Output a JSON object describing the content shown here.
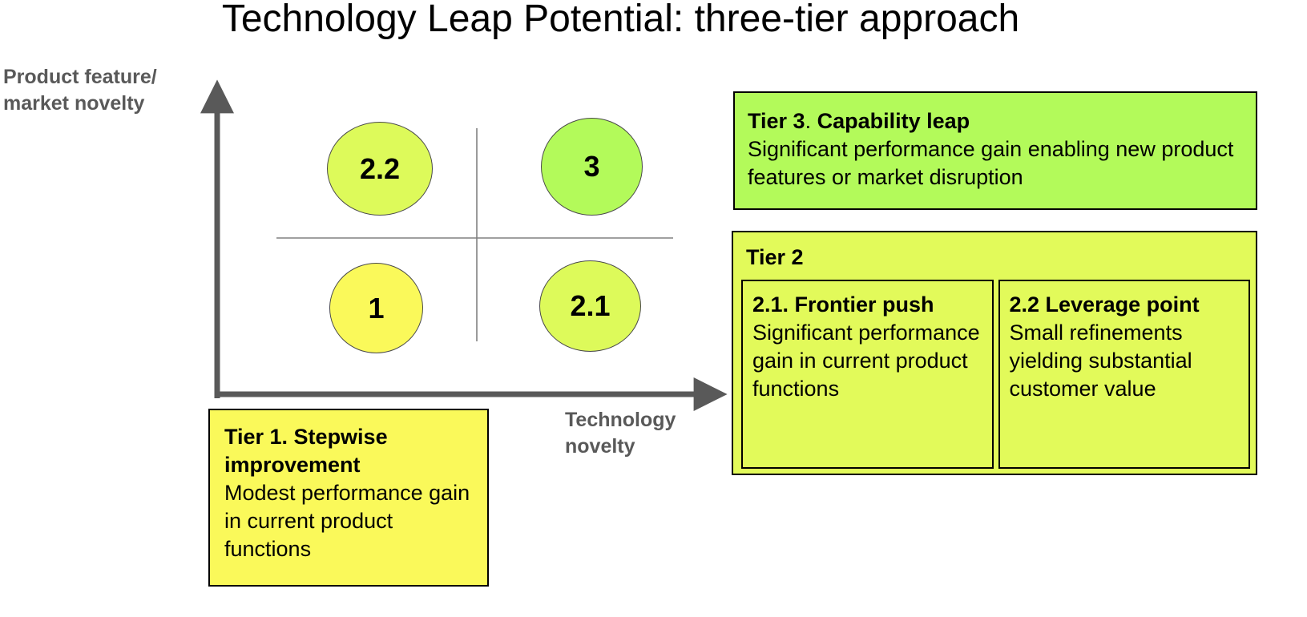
{
  "title": "Technology Leap Potential: three-tier approach",
  "axes": {
    "y_label": "Product feature/\nmarket novelty",
    "y_label_line1": "Product feature/",
    "y_label_line2": "market novelty",
    "x_label_line1": "Technology",
    "x_label_line2": "novelty",
    "axis_color": "#595959"
  },
  "bubbles": [
    {
      "id": "2.2",
      "label": "2.2",
      "quadrant": "top-left",
      "color": "#ddfa5a"
    },
    {
      "id": "3",
      "label": "3",
      "quadrant": "top-right",
      "color": "#b3fa5a"
    },
    {
      "id": "1",
      "label": "1",
      "quadrant": "bottom-left",
      "color": "#faf95a"
    },
    {
      "id": "2.1",
      "label": "2.1",
      "quadrant": "bottom-right",
      "color": "#ddfa5a"
    }
  ],
  "tier3": {
    "heading_a": "Tier 3",
    "heading_sep": ".",
    "heading_b": "Capability leap",
    "body": "Significant performance gain enabling new product features or market disruption",
    "color": "#b3fa5a"
  },
  "tier2": {
    "title": "Tier 2",
    "color": "#e2fa5a",
    "sub": [
      {
        "heading": "2.1. Frontier push",
        "body": "Significant performance gain in current product functions"
      },
      {
        "heading": "2.2 Leverage point",
        "body": "Small refinements yielding substantial customer value"
      }
    ]
  },
  "tier1": {
    "heading": "Tier 1. Stepwise improvement",
    "body": "Modest performance gain in current product functions",
    "color": "#faf95a"
  },
  "chart_data": {
    "type": "scatter",
    "title": "Technology Leap Potential: three-tier approach",
    "xlabel": "Technology novelty",
    "ylabel": "Product feature/ market novelty",
    "grid": false,
    "legend": "none",
    "xlim": [
      0,
      1
    ],
    "ylim": [
      0,
      1
    ],
    "points": [
      {
        "label": "1",
        "x": 0.25,
        "y": 0.25,
        "tier": "Tier 1",
        "name": "Stepwise improvement",
        "color": "#faf95a"
      },
      {
        "label": "2.1",
        "x": 0.75,
        "y": 0.25,
        "tier": "Tier 2",
        "name": "Frontier push",
        "color": "#ddfa5a"
      },
      {
        "label": "2.2",
        "x": 0.25,
        "y": 0.75,
        "tier": "Tier 2",
        "name": "Leverage point",
        "color": "#ddfa5a"
      },
      {
        "label": "3",
        "x": 0.75,
        "y": 0.75,
        "tier": "Tier 3",
        "name": "Capability leap",
        "color": "#b3fa5a"
      }
    ]
  }
}
